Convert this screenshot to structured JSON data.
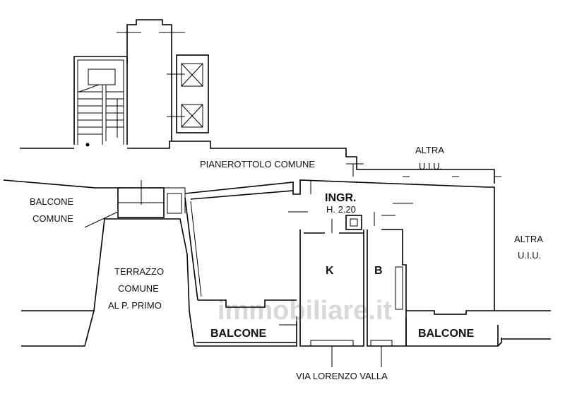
{
  "labels": {
    "altra_uiu_top_line1": "ALTRA",
    "altra_uiu_top_line2": "U.I.U.",
    "altra_uiu_right_line1": "ALTRA",
    "altra_uiu_right_line2": "U.I.U.",
    "pianerottolo": "PIANEROTTOLO COMUNE",
    "balcone_comune_line1": "BALCONE",
    "balcone_comune_line2": "COMUNE",
    "ingresso": "INGR.",
    "altezza": "H. 2.20",
    "terrazzo_line1": "TERRAZZO",
    "terrazzo_line2": "COMUNE",
    "terrazzo_line3": "AL P. PRIMO",
    "kitchen": "K",
    "bath": "B",
    "balcone_left": "BALCONE",
    "balcone_right": "BALCONE",
    "street": "VIA LORENZO VALLA"
  },
  "watermark": "immobiliare.it"
}
